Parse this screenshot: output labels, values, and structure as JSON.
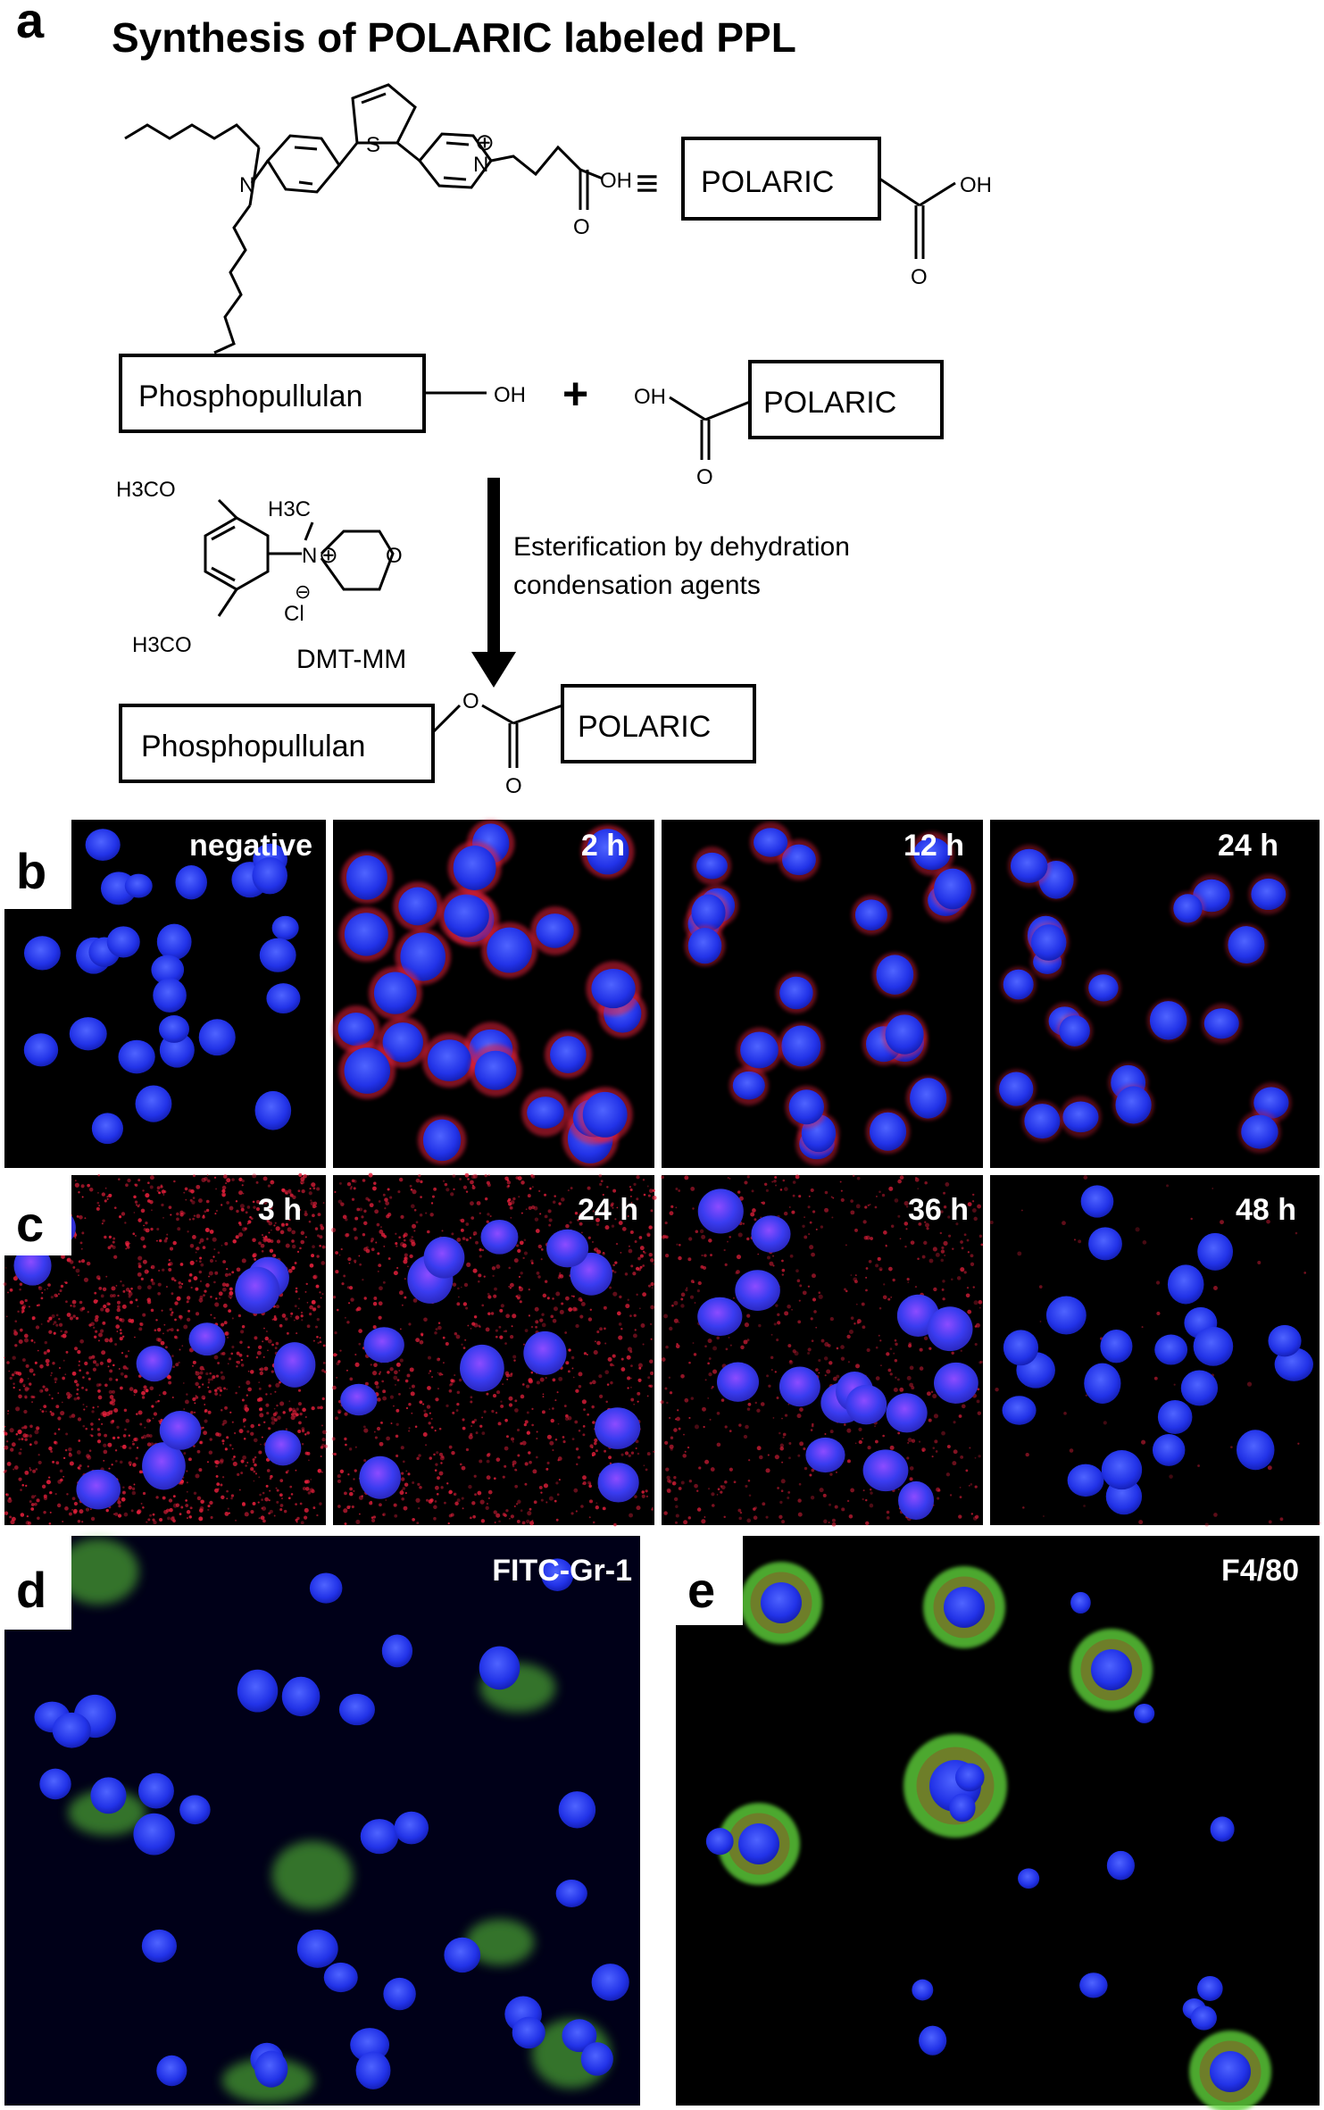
{
  "panel_a": {
    "letter": "a",
    "title": "Synthesis of POLARIC labeled PPL",
    "atoms": {
      "n": "N",
      "s": "S",
      "n_plus": "N",
      "plus": "⊕",
      "oh": "OH",
      "o": "O",
      "equiv": "≡"
    },
    "polaric_label": "POLARIC",
    "phosphopullulan_label": "Phosphopullulan",
    "plus_sign": "+",
    "reaction_line1": "Esterification by dehydration",
    "reaction_line2": "condensation agents",
    "reagent": {
      "h3co_top": "H3CO",
      "h3co_bottom": "H3CO",
      "h3c": "H3C",
      "n": "N",
      "cl": "Cl",
      "minus": "⊖",
      "plus": "⊕",
      "o": "O",
      "name": "DMT-MM"
    }
  },
  "panel_b": {
    "letter": "b",
    "images": [
      {
        "label": "negative"
      },
      {
        "label": "2 h"
      },
      {
        "label": "12 h"
      },
      {
        "label": "24 h"
      }
    ]
  },
  "panel_c": {
    "letter": "c",
    "images": [
      {
        "label": "3 h"
      },
      {
        "label": "24 h"
      },
      {
        "label": "36 h"
      },
      {
        "label": "48 h"
      }
    ]
  },
  "panel_d": {
    "letter": "d",
    "label": "FITC-Gr-1"
  },
  "panel_e": {
    "letter": "e",
    "label": "F4/80"
  },
  "colors": {
    "nucleus": "#2a3cff",
    "red_stain": "#e8203c",
    "green_stain": "#5fd23a",
    "background": "#000000"
  }
}
